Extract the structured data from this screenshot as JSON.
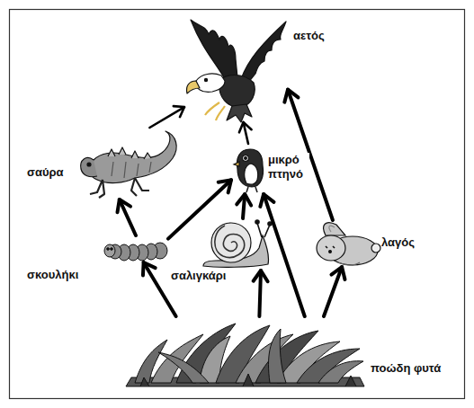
{
  "diagram": {
    "nodes": [
      {
        "text": [
          "αετός"
        ]
      },
      {
        "text": [
          "σαύρα"
        ]
      },
      {
        "text": [
          "μικρό πτηνό"
        ]
      },
      {
        "text": [
          "σκουλήκι"
        ]
      },
      {
        "text": [
          "σαλιγκάρι"
        ]
      },
      {
        "text": [
          "λαγός"
        ]
      },
      {
        "text": [
          "ποώδη φυτά"
        ]
      }
    ],
    "edges": [
      {
        "from": 1,
        "to": 0,
        "arrow": "to"
      },
      {
        "from": 2,
        "to": 0,
        "arrow": "to"
      },
      {
        "from": 3,
        "to": 1,
        "arrow": "to"
      },
      {
        "from": 3,
        "to": 2,
        "arrow": "to"
      },
      {
        "from": 4,
        "to": 2,
        "arrow": "to"
      },
      {
        "from": 6,
        "to": 3,
        "arrow": "to"
      },
      {
        "from": 6,
        "to": 4,
        "arrow": "to"
      },
      {
        "from": 6,
        "to": 2,
        "arrow": "to"
      },
      {
        "from": 6,
        "to": 5,
        "arrow": "to"
      },
      {
        "from": 5,
        "to": 0,
        "arrow": "to"
      }
    ]
  }
}
